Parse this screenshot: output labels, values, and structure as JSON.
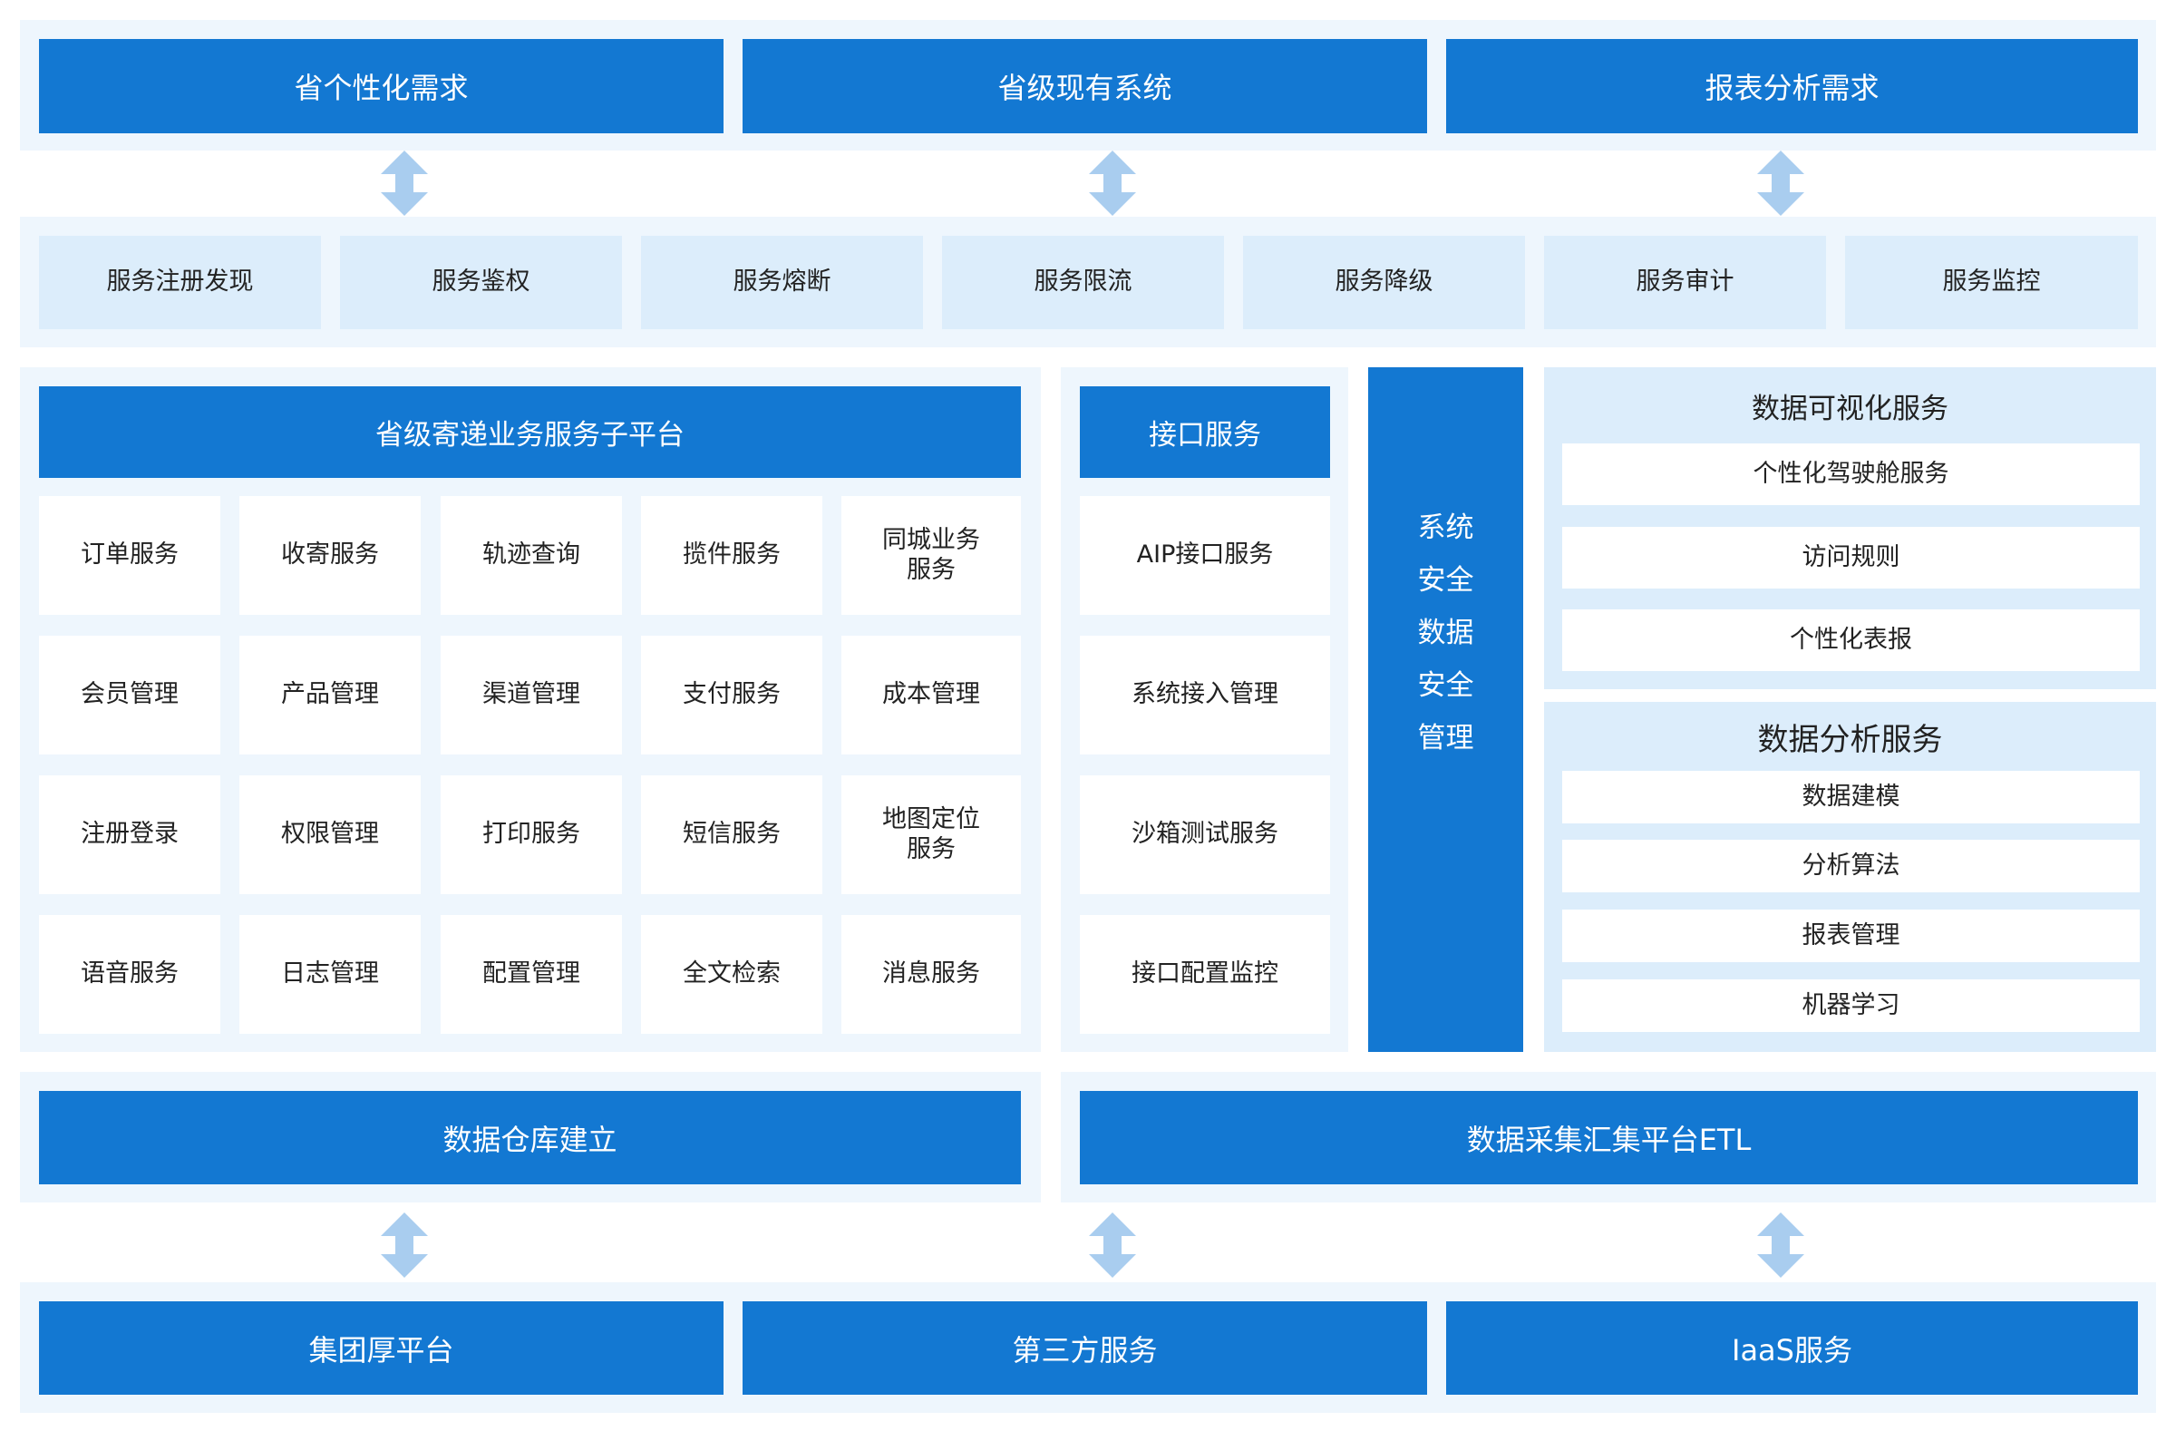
{
  "top_row": [
    "省个性化需求",
    "省级现有系统",
    "报表分析需求"
  ],
  "gateway_row": [
    "服务注册发现",
    "服务鉴权",
    "服务熔断",
    "服务限流",
    "服务降级",
    "服务审计",
    "服务监控"
  ],
  "business_platform": {
    "title": "省级寄递业务服务子平台",
    "cells": [
      [
        "订单服务",
        "收寄服务",
        "轨迹查询",
        "揽件服务",
        "同城业务\n服务"
      ],
      [
        "会员管理",
        "产品管理",
        "渠道管理",
        "支付服务",
        "成本管理"
      ],
      [
        "注册登录",
        "权限管理",
        "打印服务",
        "短信服务",
        "地图定位\n服务"
      ],
      [
        "语音服务",
        "日志管理",
        "配置管理",
        "全文检索",
        "消息服务"
      ]
    ]
  },
  "interface_service": {
    "title": "接口服务",
    "items": [
      "AIP接口服务",
      "系统接入管理",
      "沙箱测试服务",
      "接口配置监控"
    ]
  },
  "security_column": [
    "系统",
    "安全",
    "数据",
    "安全",
    "管理"
  ],
  "visualization": {
    "title": "数据可视化服务",
    "items": [
      "个性化驾驶舱服务",
      "访问规则",
      "个性化表报"
    ]
  },
  "analysis": {
    "title": "数据分析服务",
    "items": [
      "数据建模",
      "分析算法",
      "报表管理",
      "机器学习"
    ]
  },
  "warehouse": "数据仓库建立",
  "etl": "数据采集汇集平台ETL",
  "bottom_row": [
    "集团厚平台",
    "第三方服务",
    "IaaS服务"
  ],
  "colors": {
    "primary_blue": "#1378d2",
    "light_blue": "#dcedfb",
    "panel_bg": "#eef6fd",
    "arrow": "#a9cdef"
  }
}
